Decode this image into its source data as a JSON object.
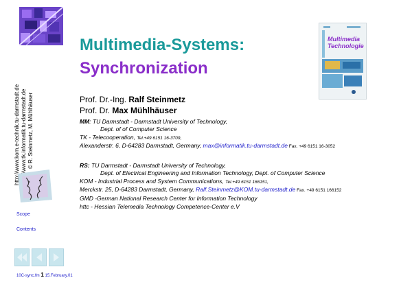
{
  "vertical_urls": [
    "http://www.kom.e-technik.tu-darmstadt.de",
    "http://www.tk.informatik.tu-darmstadt.de",
    "© R. Steinmetz, M. Mühlhäuser"
  ],
  "nav": {
    "scope": "Scope",
    "contents": "Contents"
  },
  "footer": {
    "file": "10C-sync.fm",
    "page": "1",
    "date": "15.February.01"
  },
  "title": {
    "line1": "Multimedia-Systems:",
    "line2": "Synchronization"
  },
  "book": {
    "title_line1": "Multimedia",
    "title_line2": "Technologie"
  },
  "authors": [
    {
      "prefix": "Prof. Dr.-Ing. ",
      "name": "Ralf Steinmetz"
    },
    {
      "prefix": "Prof. Dr. ",
      "name": "Max Mühlhäuser"
    }
  ],
  "mm": {
    "tag": "MM",
    "line1": ": TU Darmstadt - Darmstadt University of Technology,",
    "line2": "Dept. of of Computer Science",
    "line3a": "TK - Telecooperation, ",
    "line3b": "Tel.+49 6151 16-3709,",
    "line4a": "Alexanderstr. 6, D-64283 Darmstadt, Germany, ",
    "email": "max@informatik.tu-darmstadt.de",
    "fax": " Fax. +49 6151 16-3052"
  },
  "rs": {
    "tag": "RS:",
    "line1": " TU Darmstadt - Darmstadt University of Technology,",
    "line2": "Dept. of Electrical Engineering and Information Technology, Dept. of Computer Science",
    "line3a": "KOM - Industrial Process and System Communications, ",
    "line3b": "Tel.+49 6151 166151,",
    "line4a": "Merckstr. 25, D-64283 Darmstadt, Germany, ",
    "email": "Ralf.Steinmetz@KOM.tu-darmstadt.de",
    "fax": " Fax. +49 6151 166152",
    "line5": "GMD -German National Research Center for Information Technology",
    "line6": "httc -   Hessian Telemedia Technology Competence-Center e.V"
  },
  "colors": {
    "title1": "#1a9a9a",
    "title2": "#8a2ec9",
    "link": "#2222cc",
    "nav_button": "#c9e6ee"
  },
  "icons": [
    "logo-mosaic-icon",
    "faces-image-icon",
    "first-page-icon",
    "prev-page-icon",
    "next-page-icon",
    "book-cover-icon"
  ]
}
